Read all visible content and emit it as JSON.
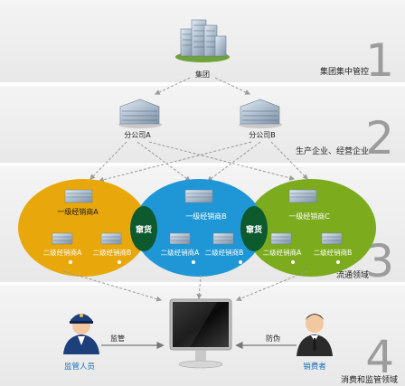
{
  "colors": {
    "band_bg": "#eeeeee",
    "band_line": "#c9c9c9",
    "number": "#9c9c9c",
    "arrow": "#9a9a9a",
    "yellow": "#e8a80c",
    "blue": "#1f97d6",
    "green": "#7cab1e",
    "overlap": "#0d5a2e",
    "accent_blue": "#1a6fb6"
  },
  "tiers": [
    {
      "number": "1",
      "caption": "集团集中管控"
    },
    {
      "number": "2",
      "caption": "生产企业、经营企业"
    },
    {
      "number": "3",
      "caption": "流通领域"
    },
    {
      "number": "4",
      "caption": "消费和监管领域"
    }
  ],
  "group": {
    "label": "集团",
    "icon": "office-tower-cluster-icon"
  },
  "companies": [
    {
      "label": "分公司A",
      "icon": "office-building-icon"
    },
    {
      "label": "分公司B",
      "icon": "office-building-icon"
    }
  ],
  "distribution": {
    "circles": [
      {
        "primary": "一级经销商A",
        "secondary": [
          "二级经销商A",
          "二级经销商B"
        ],
        "color": "yellow"
      },
      {
        "primary": "一级经销商B",
        "secondary": [
          "二级经销商A",
          "二级经销商B"
        ],
        "color": "blue"
      },
      {
        "primary": "一级经销商C",
        "secondary": [
          "二级经销商A",
          "二级经销商B"
        ],
        "color": "green"
      }
    ],
    "overlaps": [
      "窜货",
      "窜货"
    ]
  },
  "consumer_area": {
    "left": {
      "label": "监管人员",
      "arrow_label": "监管",
      "icon": "police-officer-icon"
    },
    "center": {
      "icon": "computer-monitor-icon"
    },
    "right": {
      "label": "销费者",
      "arrow_label": "防伪",
      "icon": "businessman-icon"
    }
  }
}
